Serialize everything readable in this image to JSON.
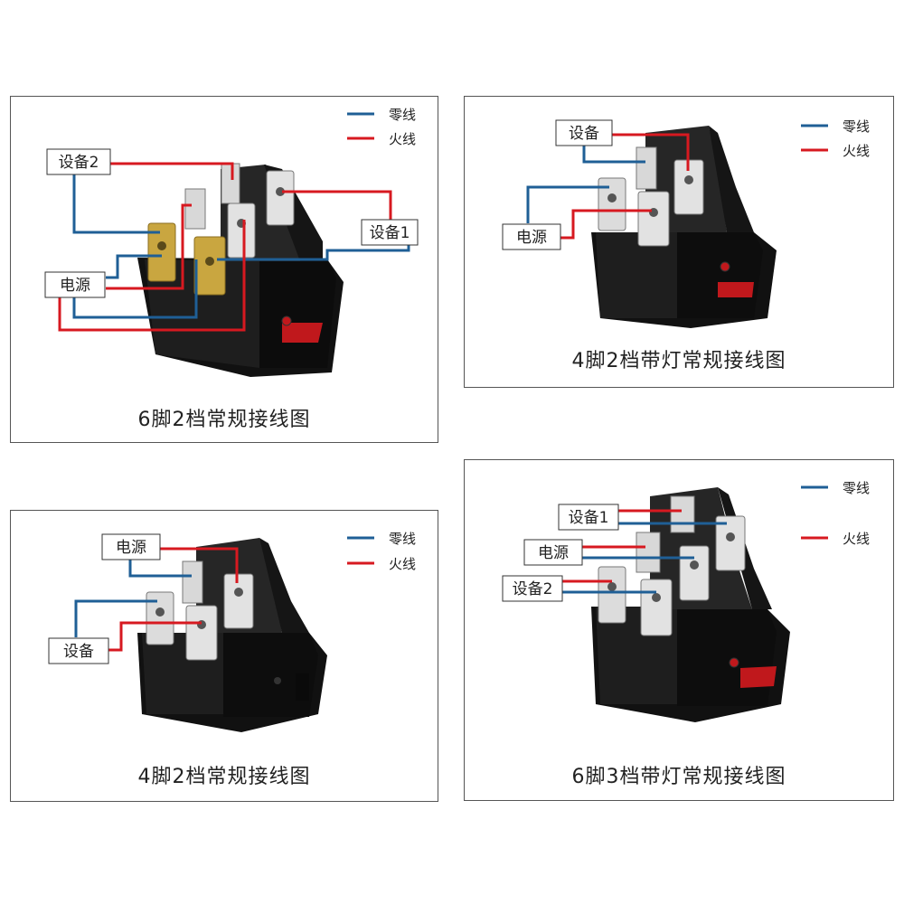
{
  "colors": {
    "neutral": "#1f5f96",
    "live": "#d71920",
    "housing": "#151515",
    "brass": "#c9a640",
    "lamp": "#c0181c"
  },
  "legend": {
    "neutral": "零线",
    "live": "火线"
  },
  "panels": [
    {
      "caption": "6脚2档常规接线图",
      "labels": [
        "设备2",
        "电源",
        "设备1"
      ]
    },
    {
      "caption": "4脚2档带灯常规接线图",
      "labels": [
        "设备",
        "电源"
      ]
    },
    {
      "caption": "4脚2档常规接线图",
      "labels": [
        "电源",
        "设备"
      ]
    },
    {
      "caption": "6脚3档带灯常规接线图",
      "labels": [
        "设备1",
        "电源",
        "设备2"
      ]
    }
  ]
}
